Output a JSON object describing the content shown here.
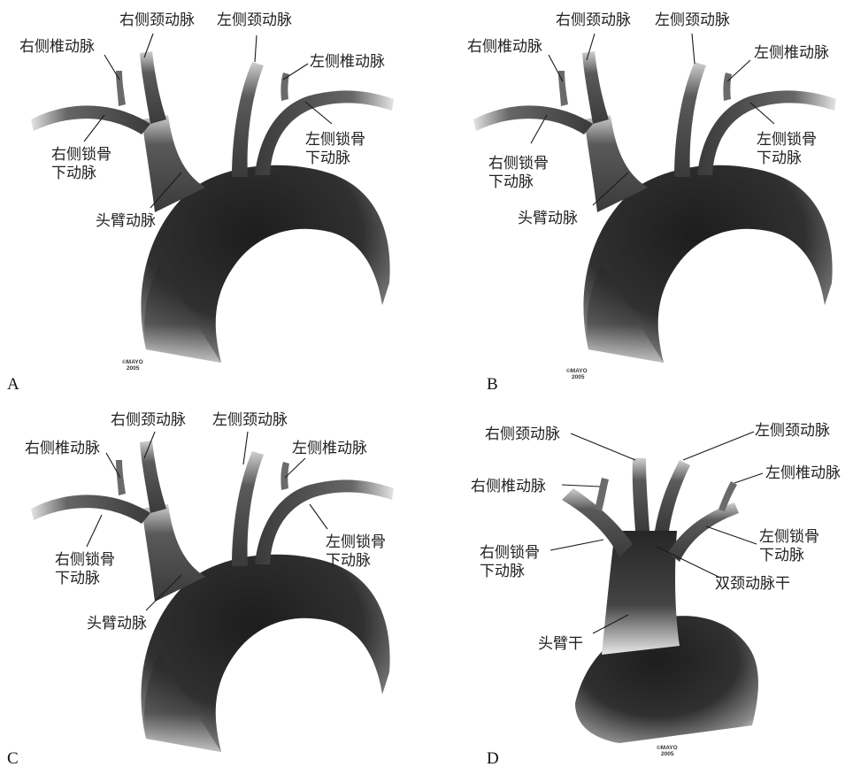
{
  "panels": [
    {
      "id": "A",
      "letter": "A",
      "copyright": "©MAYO",
      "year": "2005",
      "labels": {
        "right_vertebral": "右侧椎动脉",
        "right_carotid": "右侧颈动脉",
        "left_carotid": "左侧颈动脉",
        "left_vertebral": "左侧椎动脉",
        "right_subclavian_1": "右侧锁骨",
        "right_subclavian_2": "下动脉",
        "left_subclavian_1": "左侧锁骨",
        "left_subclavian_2": "下动脉",
        "brachiocephalic": "头臂动脉"
      }
    },
    {
      "id": "B",
      "letter": "B",
      "copyright": "©MAYO",
      "year": "2005",
      "labels": {
        "right_vertebral": "右侧椎动脉",
        "right_carotid": "右侧颈动脉",
        "left_carotid": "左侧颈动脉",
        "left_vertebral": "左侧椎动脉",
        "right_subclavian_1": "右侧锁骨",
        "right_subclavian_2": "下动脉",
        "left_subclavian_1": "左侧锁骨",
        "left_subclavian_2": "下动脉",
        "brachiocephalic": "头臂动脉"
      }
    },
    {
      "id": "C",
      "letter": "C",
      "labels": {
        "right_vertebral": "右侧椎动脉",
        "right_carotid": "右侧颈动脉",
        "left_carotid": "左侧颈动脉",
        "left_vertebral": "左侧椎动脉",
        "right_subclavian_1": "右侧锁骨",
        "right_subclavian_2": "下动脉",
        "left_subclavian_1": "左侧锁骨",
        "left_subclavian_2": "下动脉",
        "brachiocephalic": "头臂动脉"
      }
    },
    {
      "id": "D",
      "letter": "D",
      "copyright": "©MAYO",
      "year": "2005",
      "labels": {
        "right_carotid": "右侧颈动脉",
        "left_carotid": "左侧颈动脉",
        "right_vertebral": "右侧椎动脉",
        "left_vertebral": "左侧椎动脉",
        "right_subclavian_1": "右侧锁骨",
        "right_subclavian_2": "下动脉",
        "left_subclavian_1": "左侧锁骨",
        "left_subclavian_2": "下动脉",
        "bicarotid_trunk": "双颈动脉干",
        "brachiocephalic_trunk": "头臂干"
      }
    }
  ],
  "colors": {
    "vessel_dark": "#2b2b2b",
    "vessel_light": "#cfcfcf",
    "background": "#ffffff"
  }
}
